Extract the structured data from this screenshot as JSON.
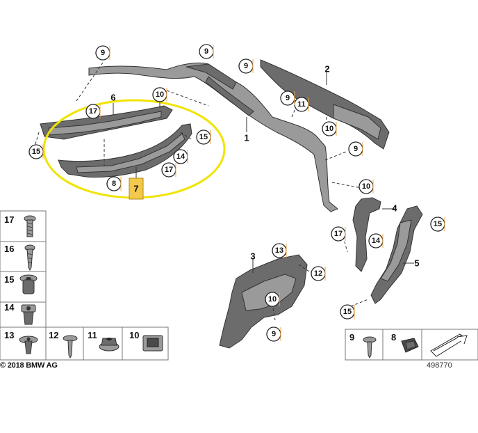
{
  "diagram": {
    "copyright": "© 2018 BMW AG",
    "diagram_number": "498770",
    "highlighted_part": "7",
    "colors": {
      "highlight_ring": "#f0e400",
      "highlight_label_bg": "#f2c94c"
    },
    "part_labels": {
      "p1": "1",
      "p2": "2",
      "p3": "3",
      "p4": "4",
      "p5": "5",
      "p6": "6",
      "p7": "7"
    },
    "callouts": {
      "c_9a": "9",
      "c_9b": "9",
      "c_9c": "9",
      "c_9d": "9",
      "c_9e": "9",
      "c_10a": "10",
      "c_10b": "10",
      "c_10c": "10",
      "c_10d": "10",
      "c_11": "11",
      "c_12": "12",
      "c_13": "13",
      "c_14a": "14",
      "c_14b": "14",
      "c_15a": "15",
      "c_15b": "15",
      "c_15c": "15",
      "c_15d": "15",
      "c_17a": "17",
      "c_17b": "17",
      "c_17c": "17",
      "c_8": "8"
    },
    "fastener_boxes": {
      "b17": "17",
      "b16": "16",
      "b15": "15",
      "b14": "14",
      "b13": "13",
      "b12": "12",
      "b11": "11",
      "b10": "10",
      "b9": "9",
      "b8": "8"
    },
    "icons": [
      "screw-icon",
      "clip-nut-icon",
      "expanding-nut-icon",
      "speed-nut-icon",
      "flange-nut-icon",
      "cage-nut-icon",
      "push-clip-icon",
      "wedge-symbol-icon"
    ]
  }
}
